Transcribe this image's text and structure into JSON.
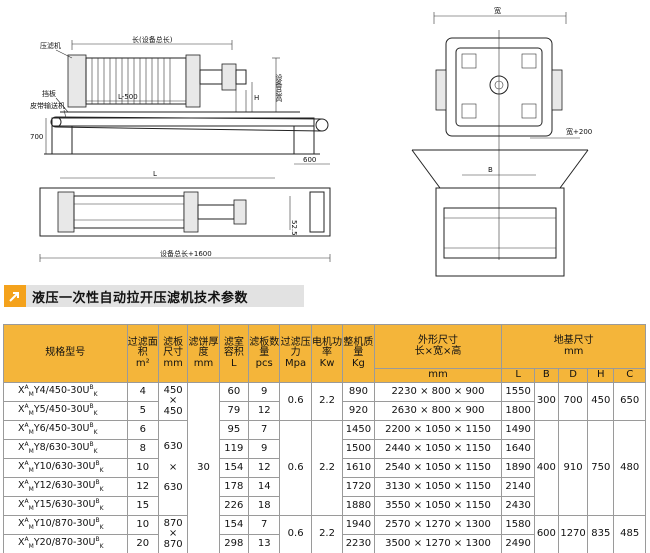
{
  "drawing": {
    "labels": {
      "filter_press": "压滤机",
      "baffle": "挡板",
      "belt_conveyor": "皮带输送机",
      "length_total": "长(设备总长)",
      "L_minus": "L-500",
      "H": "H",
      "equip_height": "设备总高",
      "dim_700": "700",
      "dim_600": "600",
      "L": "L",
      "dim_525": "52.5",
      "length_plus": "设备总长+1600",
      "width": "宽",
      "width_plus": "宽+200",
      "B": "B"
    }
  },
  "section": {
    "title": "液压一次性自动拉开压滤机技术参数"
  },
  "table": {
    "headers": {
      "model": "规格型号",
      "area": "过滤面积",
      "area_unit": "m²",
      "plate_size": "滤板尺寸",
      "plate_unit": "mm",
      "cake": "滤饼厚度",
      "cake_unit": "mm",
      "volume": "滤室容积",
      "volume_unit": "L",
      "plates": "滤板数量",
      "plates_unit": "pcs",
      "pressure": "过滤压力",
      "pressure_unit": "Mpa",
      "power": "电机功率",
      "power_unit": "Kw",
      "weight": "整机质量",
      "weight_unit": "Kg",
      "outline": "外形尺寸",
      "outline_sub": "长×宽×高",
      "outline_unit": "mm",
      "foundation": "地基尺寸",
      "foundation_unit": "mm",
      "L": "L",
      "B": "B",
      "D": "D",
      "H": "H",
      "C": "C"
    },
    "rows": [
      {
        "pre": "X",
        "sup": "A",
        "sub": "M",
        "mid": "Y4/450-30U",
        "sup2": "B",
        "sub2": "K",
        "area": "4",
        "volume": "60",
        "plates": "9",
        "weight": "890",
        "outline": "2230 × 800 × 900",
        "L": "1550"
      },
      {
        "pre": "X",
        "sup": "A",
        "sub": "M",
        "mid": "Y5/450-30U",
        "sup2": "B",
        "sub2": "K",
        "area": "5",
        "volume": "79",
        "plates": "12",
        "weight": "920",
        "outline": "2630 × 800 × 900",
        "L": "1800"
      },
      {
        "pre": "X",
        "sup": "A",
        "sub": "M",
        "mid": "Y6/450-30U",
        "sup2": "B",
        "sub2": "K",
        "area": "6",
        "volume": "95",
        "plates": "7",
        "weight": "1450",
        "outline": "2200 × 1050 × 1150",
        "L": "1490"
      },
      {
        "pre": "X",
        "sup": "A",
        "sub": "M",
        "mid": "Y8/630-30U",
        "sup2": "B",
        "sub2": "K",
        "area": "8",
        "volume": "119",
        "plates": "9",
        "weight": "1500",
        "outline": "2440 × 1050 × 1150",
        "L": "1640"
      },
      {
        "pre": "X",
        "sup": "A",
        "sub": "M",
        "mid": "Y10/630-30U",
        "sup2": "B",
        "sub2": "K",
        "area": "10",
        "volume": "154",
        "plates": "12",
        "weight": "1610",
        "outline": "2540 × 1050 × 1150",
        "L": "1890"
      },
      {
        "pre": "X",
        "sup": "A",
        "sub": "M",
        "mid": "Y12/630-30U",
        "sup2": "B",
        "sub2": "K",
        "area": "12",
        "volume": "178",
        "plates": "14",
        "weight": "1720",
        "outline": "3130 × 1050 × 1150",
        "L": "2140"
      },
      {
        "pre": "X",
        "sup": "A",
        "sub": "M",
        "mid": "Y15/630-30U",
        "sup2": "B",
        "sub2": "K",
        "area": "15",
        "volume": "226",
        "plates": "18",
        "weight": "1880",
        "outline": "3550 × 1050 × 1150",
        "L": "2430"
      },
      {
        "pre": "X",
        "sup": "A",
        "sub": "M",
        "mid": "Y10/870-30U",
        "sup2": "B",
        "sub2": "K",
        "area": "10",
        "volume": "154",
        "plates": "7",
        "weight": "1940",
        "outline": "2570 × 1270 × 1300",
        "L": "1580"
      },
      {
        "pre": "X",
        "sup": "A",
        "sub": "M",
        "mid": "Y20/870-30U",
        "sup2": "B",
        "sub2": "K",
        "area": "20",
        "volume": "298",
        "plates": "13",
        "weight": "2230",
        "outline": "3500 × 1270 × 1300",
        "L": "2490"
      }
    ],
    "groups": {
      "g450": {
        "plate_top": "450",
        "plate_x": "×",
        "plate_bottom": "450",
        "pressure": "0.6",
        "power": "2.2",
        "B": "300",
        "D": "700",
        "H": "450",
        "C": "650"
      },
      "g630": {
        "plate_top": "630",
        "plate_x": "×",
        "plate_bottom": "630",
        "pressure": "0.6",
        "power": "2.2",
        "B": "400",
        "D": "910",
        "H": "750",
        "C": "480"
      },
      "g870": {
        "plate_top": "870",
        "plate_x": "×",
        "plate_bottom": "870",
        "pressure": "0.6",
        "power": "2.2",
        "B": "600",
        "D": "1270",
        "H": "835",
        "C": "485"
      }
    },
    "cake": "30"
  }
}
